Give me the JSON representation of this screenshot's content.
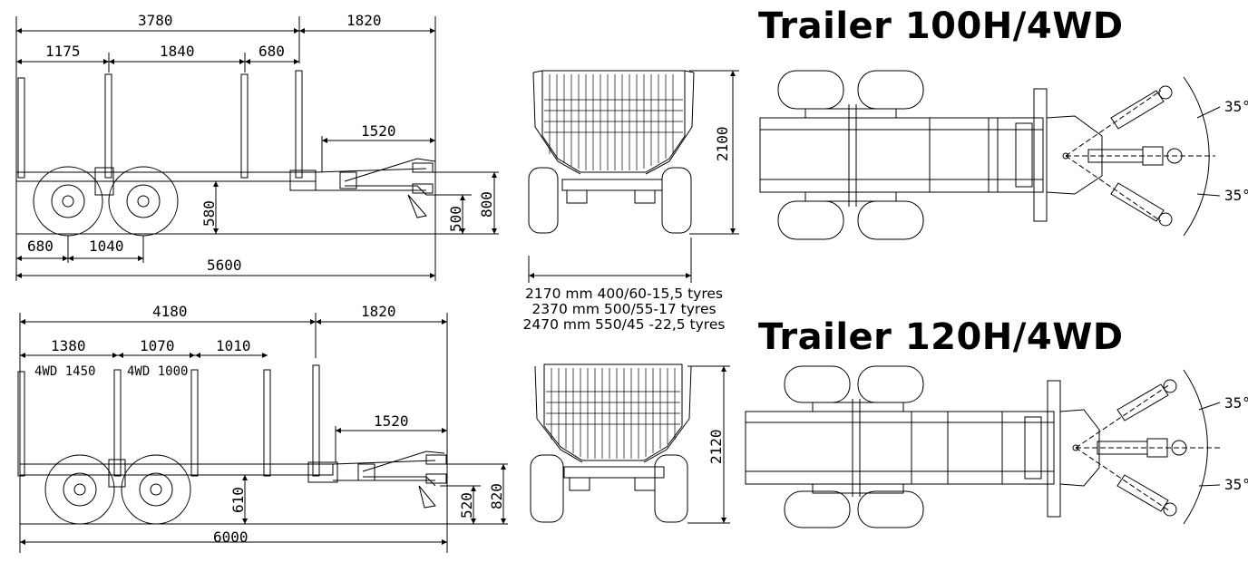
{
  "trailer_100": {
    "title": "Trailer 100H/4WD",
    "dims": {
      "overall_length": "3780",
      "drawbar_length": "1820",
      "stake_spacing_1": "1175",
      "stake_spacing_2": "1840",
      "stake_spacing_3": "680",
      "drawbar_reach": "1520",
      "axle_front": "680",
      "axle_spacing": "1040",
      "total_length": "5600",
      "frame_height": "580",
      "hitch_height_low": "500",
      "hitch_height_high": "800",
      "rear_height": "2100",
      "steer_angle": "35°"
    }
  },
  "trailer_120": {
    "title": "Trailer 120H/4WD",
    "dims": {
      "overall_length": "4180",
      "drawbar_length": "1820",
      "stake_spacing_1": "1380",
      "stake_spacing_2": "1070",
      "stake_spacing_3": "1010",
      "wd_note_1": "4WD 1450",
      "wd_note_2": "4WD 1000",
      "drawbar_reach": "1520",
      "frame_height": "610",
      "hitch_height_low": "520",
      "hitch_height_high": "820",
      "total_length": "6000",
      "rear_height": "2120",
      "steer_angle": "35°"
    }
  },
  "tyre_widths": [
    "2170 mm 400/60-15,5 tyres",
    "2370 mm 500/55-17 tyres",
    "2470 mm 550/45 -22,5 tyres"
  ]
}
